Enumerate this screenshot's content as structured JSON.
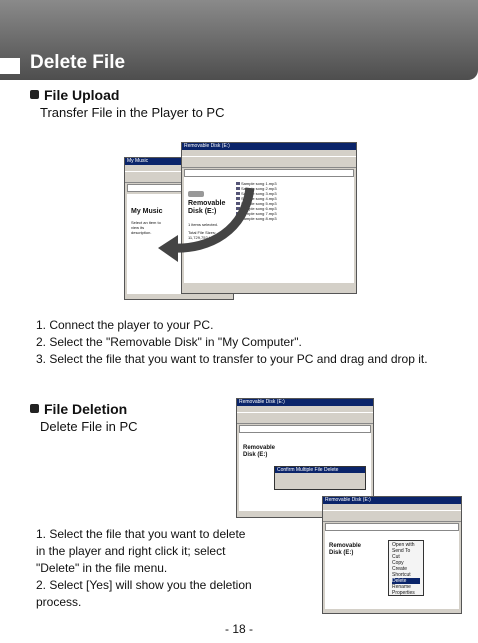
{
  "header": {
    "title": "Delete File"
  },
  "upload": {
    "heading": "File Upload",
    "subheading": "Transfer File in the Player to PC",
    "steps": [
      "1. Connect the player to your PC.",
      "2. Select the \"Removable Disk\" in \"My Computer\".",
      "3. Select the file that you want to transfer to your PC and drag and drop it."
    ],
    "screenshot": {
      "back_window_title": "My Music",
      "back_window_name": "My Music",
      "back_window_text": "Select an item to view its description.",
      "front_window_title": "Removable Disk (E:)",
      "disk_label": "Removable Disk (E:)",
      "selection_text": "1 items selected.",
      "total_size": "Total File Sizes: 11,729,752 bytes",
      "files": [
        "Sample song 1.mp3",
        "Sample song 2.mp3",
        "Sample song 3.mp3",
        "Sample song 4.mp3",
        "Sample song 5.mp3",
        "Sample song 6.mp3",
        "Sample song 7.mp3",
        "Sample song 8.mp3"
      ]
    }
  },
  "deletion": {
    "heading": "File Deletion",
    "subheading": "Delete File in PC",
    "steps": [
      "1. Select the file that you want to delete\n    in the player and right click it; select\n    \"Delete\" in the file menu.",
      "2. Select [Yes] will show you the deletion\n    process."
    ],
    "screenshot": {
      "window_title": "Removable Disk (E:)",
      "disk_label": "Removable Disk (E:)",
      "dialog_title": "Confirm Multiple File Delete",
      "context_menu": [
        "Open with",
        "Send To",
        "Cut",
        "Copy",
        "Create Shortcut",
        "Delete",
        "Rename",
        "Properties"
      ]
    }
  },
  "page_number": "- 18 -"
}
